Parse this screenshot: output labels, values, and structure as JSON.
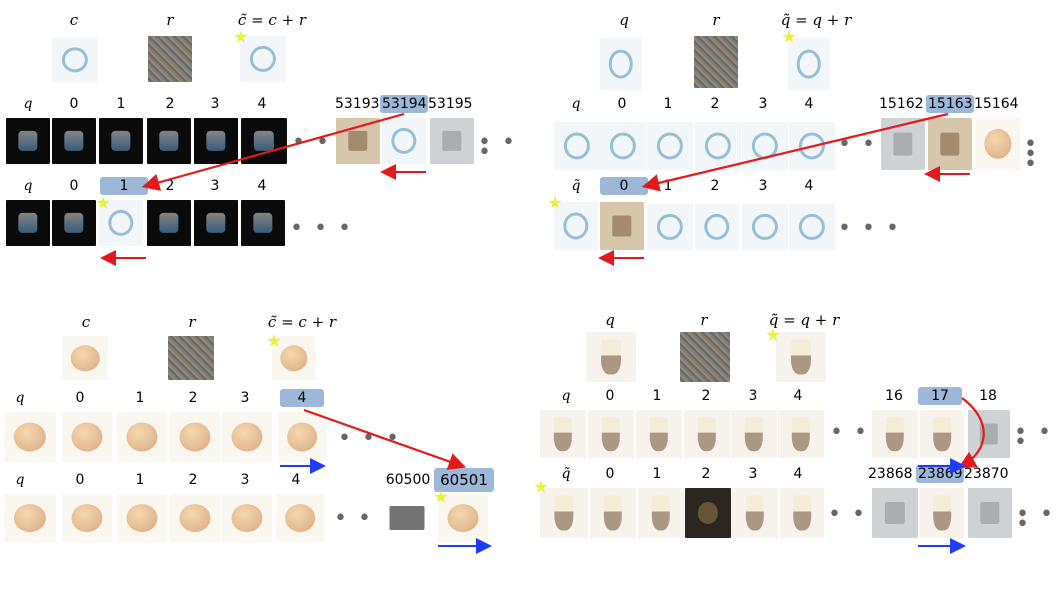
{
  "panels": [
    {
      "id": "top-left",
      "header": [
        {
          "text": "c",
          "italic": true
        },
        {
          "text": "r",
          "italic": true
        },
        {
          "text": "c̃ = c + r",
          "italic": true
        }
      ],
      "row1": {
        "labels": [
          "q",
          "0",
          "1",
          "2",
          "3",
          "4"
        ],
        "far_labels": [
          "53193",
          "53194",
          "53195"
        ],
        "highlight": "53194"
      },
      "row2": {
        "labels": [
          "q",
          "0",
          "1",
          "2",
          "3",
          "4"
        ],
        "highlight": "1"
      },
      "ellipsis": "• • •"
    },
    {
      "id": "top-right",
      "header": [
        {
          "text": "q",
          "italic": true
        },
        {
          "text": "r",
          "italic": true
        },
        {
          "text": "q̃ = q + r",
          "italic": true
        }
      ],
      "row1": {
        "labels": [
          "q",
          "0",
          "1",
          "2",
          "3",
          "4"
        ],
        "far_labels": [
          "15162",
          "15163",
          "15164"
        ],
        "highlight": "15163"
      },
      "row2": {
        "labels": [
          "q̃",
          "0",
          "1",
          "2",
          "3",
          "4"
        ],
        "highlight": "0"
      },
      "ellipsis": "• • •"
    },
    {
      "id": "bottom-left",
      "header": [
        {
          "text": "c",
          "italic": true
        },
        {
          "text": "r",
          "italic": true
        },
        {
          "text": "c̃ = c + r",
          "italic": true
        }
      ],
      "row1": {
        "labels": [
          "q",
          "0",
          "1",
          "2",
          "3",
          "4"
        ],
        "highlight": "4"
      },
      "row2": {
        "labels": [
          "q",
          "0",
          "1",
          "2",
          "3",
          "4"
        ],
        "far_labels": [
          "60500",
          "60501"
        ],
        "highlight": "60501"
      },
      "ellipsis": "• • •"
    },
    {
      "id": "bottom-right",
      "header": [
        {
          "text": "q",
          "italic": true
        },
        {
          "text": "r",
          "italic": true
        },
        {
          "text": "q̃ = q + r",
          "italic": true
        }
      ],
      "row1": {
        "labels": [
          "q",
          "0",
          "1",
          "2",
          "3",
          "4"
        ],
        "far_labels": [
          "16",
          "17",
          "18"
        ],
        "highlight": "17"
      },
      "row2": {
        "labels": [
          "q̃",
          "0",
          "1",
          "2",
          "3",
          "4"
        ],
        "far_labels": [
          "23868",
          "23869",
          "23870"
        ],
        "highlight": "23869"
      },
      "ellipsis": "• • •"
    }
  ],
  "colors": {
    "highlight": "#9db7d8",
    "red_arrow": "#e3191b",
    "blue_arrow": "#1f3bff",
    "star": "#e8f23a"
  },
  "images": {
    "mug": "mug-image",
    "bike": "bicycle-image",
    "kettle": "kettle-image",
    "lamp": "table-lamp-image",
    "noise": "noise-perturbation-image"
  }
}
